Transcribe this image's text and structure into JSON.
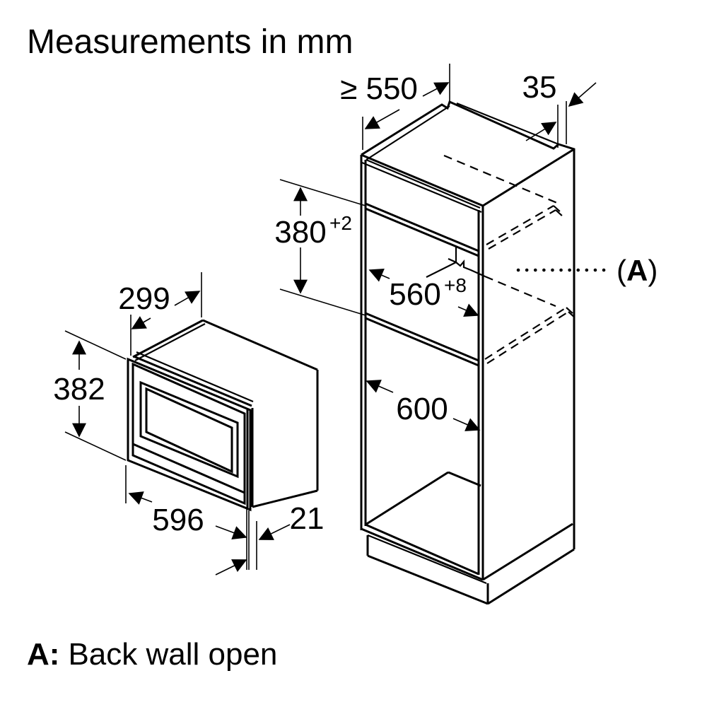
{
  "title": "Measurements in mm",
  "legend": {
    "key": "A:",
    "text": "Back wall open"
  },
  "callout": {
    "open": "(",
    "letter": "A",
    "close": ")"
  },
  "colors": {
    "line": "#000000",
    "background": "#ffffff"
  },
  "dimensions": {
    "cabinet_depth": {
      "value": "≥ 550"
    },
    "rail_width": {
      "value": "35"
    },
    "niche_height": {
      "value": "380",
      "tolerance": "+2"
    },
    "niche_width": {
      "value": "560",
      "tolerance": "+8"
    },
    "cabinet_width": {
      "value": "600"
    },
    "oven_depth": {
      "value": "299"
    },
    "oven_height": {
      "value": "382"
    },
    "oven_width": {
      "value": "596"
    },
    "door_protrusion": {
      "value": "21"
    }
  }
}
